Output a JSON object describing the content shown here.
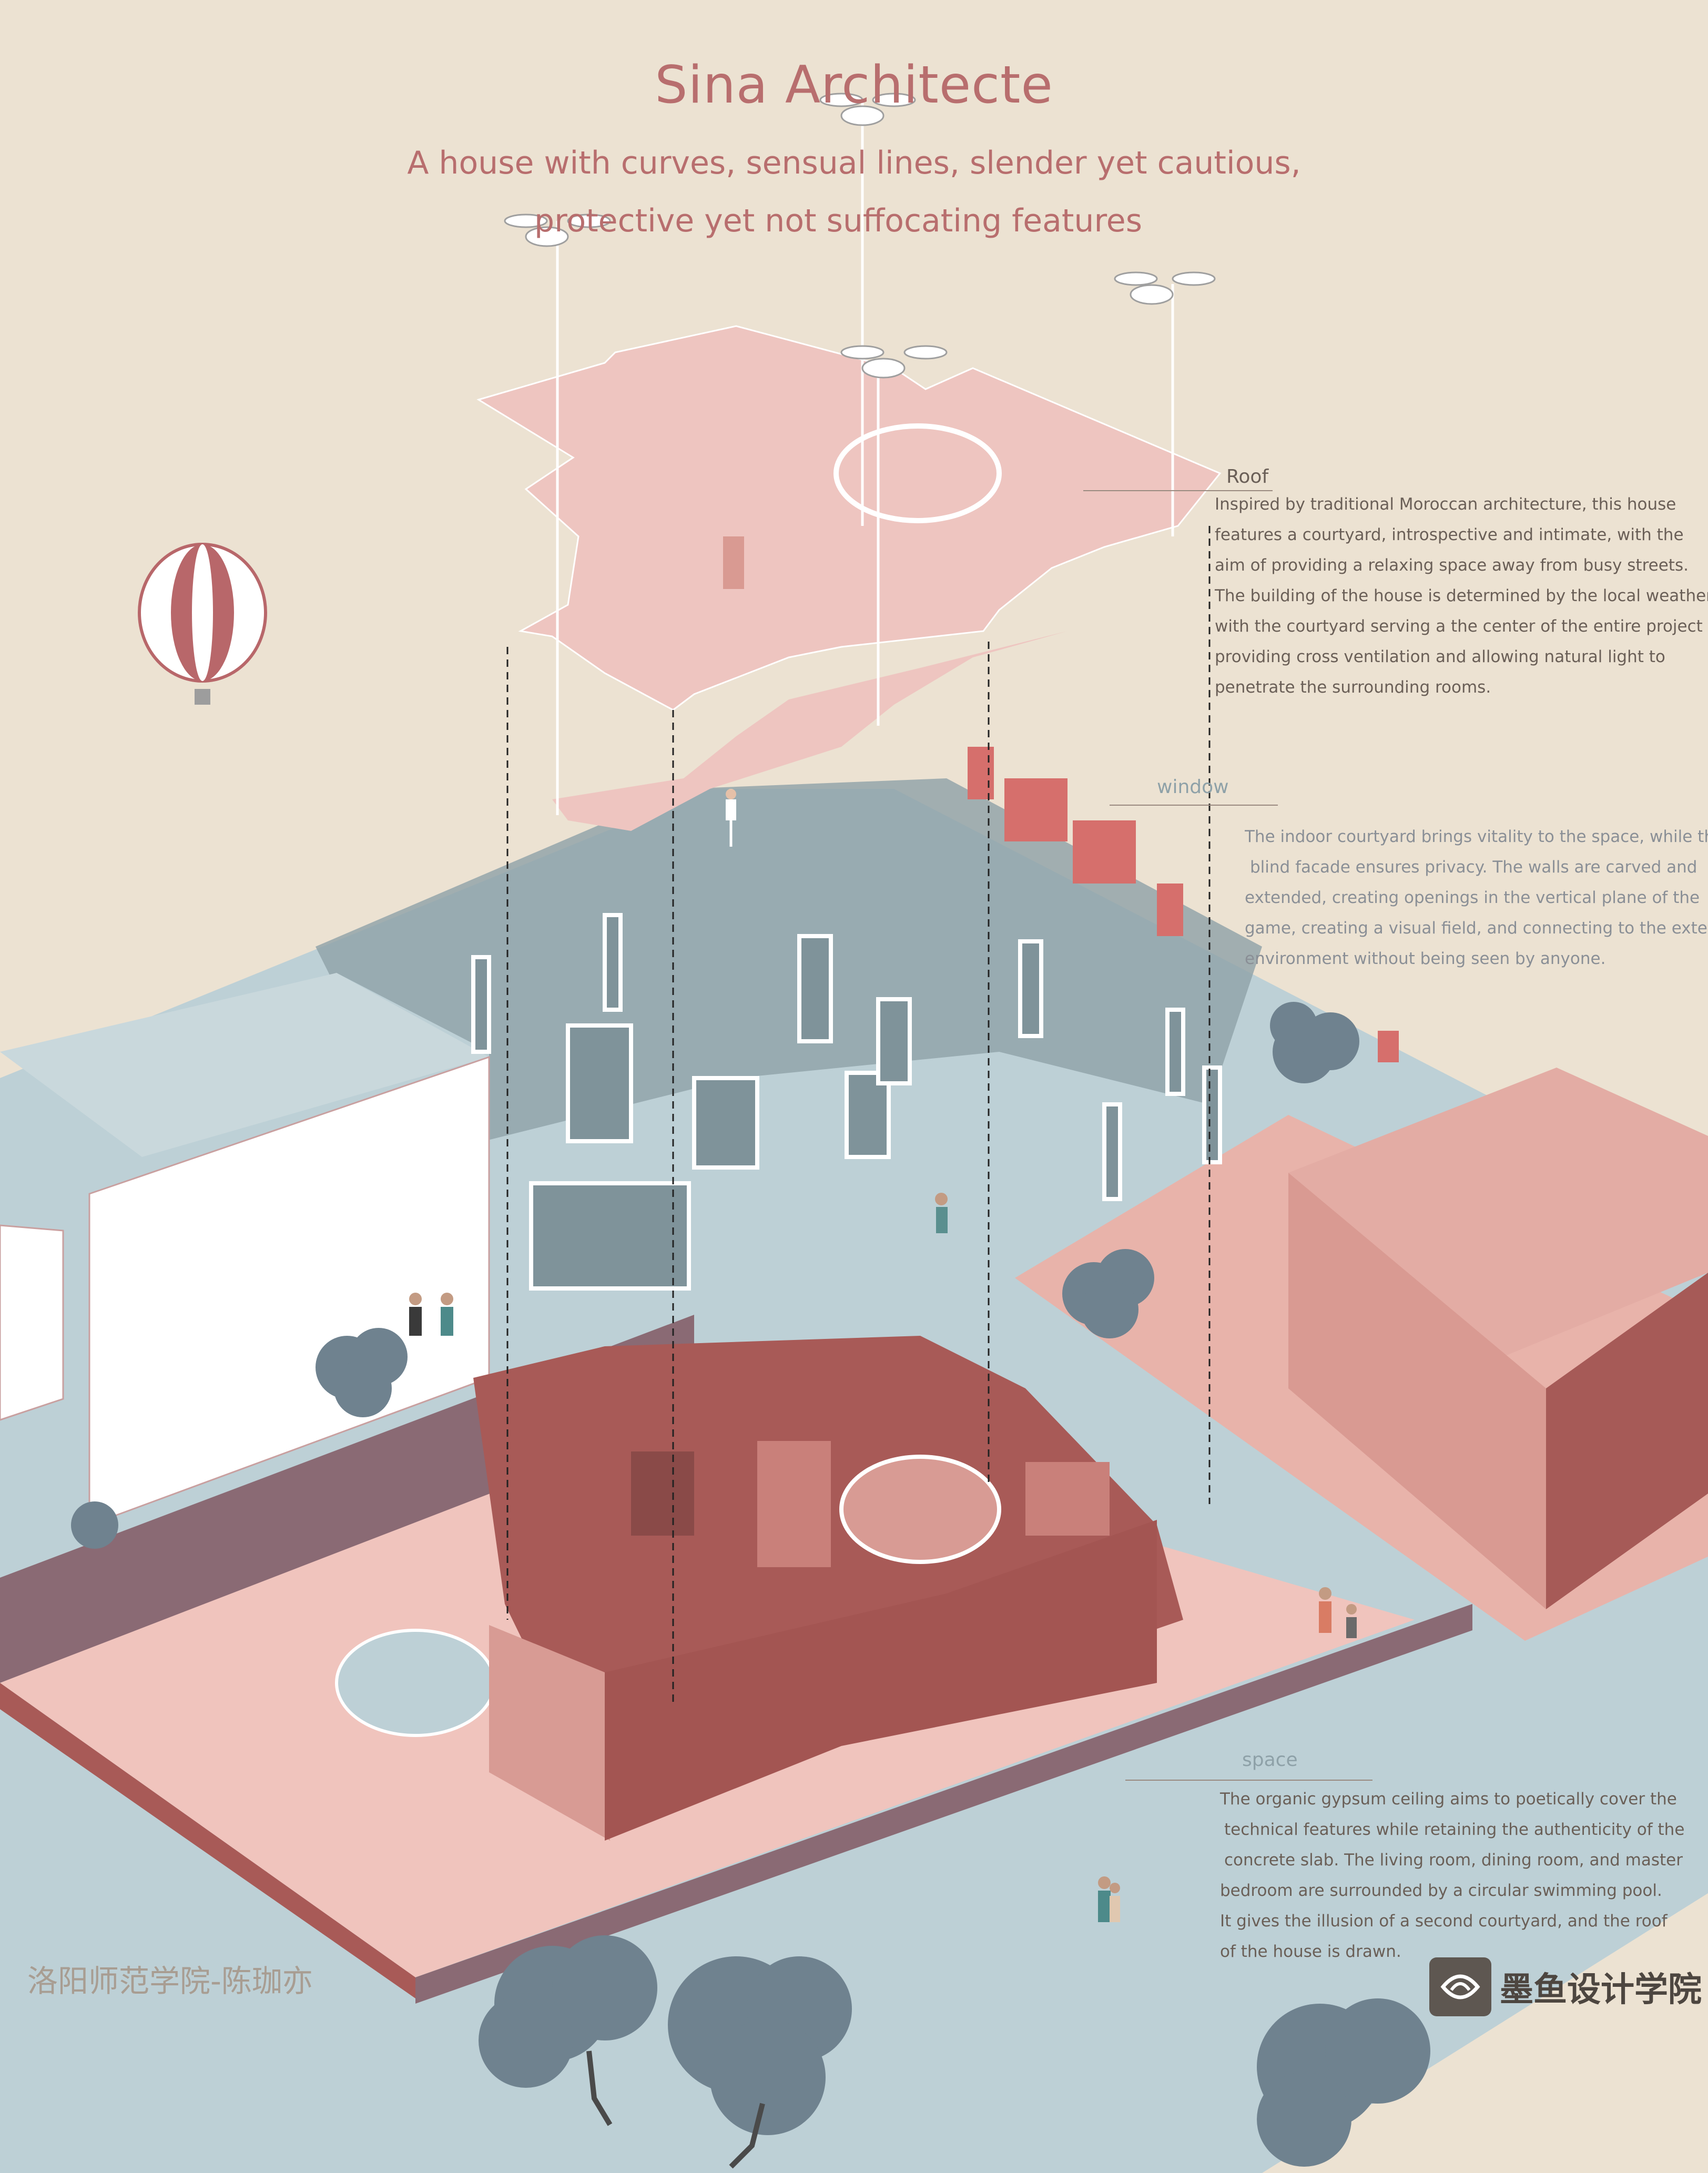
{
  "poster": {
    "title": "Sina Architecte",
    "subtitle_lines": [
      "A house with curves, sensual lines, slender yet cautious,",
      "protective yet not suffocating features"
    ]
  },
  "annotations": [
    {
      "label": "Roof",
      "lines": [
        "Inspired by traditional Moroccan architecture, this house",
        "features a courtyard, introspective and intimate, with the",
        "aim of providing a relaxing space away from busy streets.",
        "The building of the house is determined by the local weather,",
        "with the courtyard serving a  the center of the entire project",
        "providing cross ventilation and allowing natural light to",
        "penetrate the surrounding rooms."
      ]
    },
    {
      "label": "window",
      "lines": [
        "The indoor courtyard brings vitality to the space, while the",
        "blind facade ensures privacy. The walls are carved and",
        "extended, creating openings in the vertical plane of the",
        "game, creating a visual field, and connecting to the external",
        "environment without being seen by anyone."
      ]
    },
    {
      "label": "space",
      "lines": [
        "The organic gypsum ceiling aims to poetically cover the",
        "technical features while retaining the authenticity of the",
        "concrete slab. The living room, dining room, and master",
        "bedroom are surrounded by a circular swimming pool.",
        "It gives the illusion of a second courtyard, and the roof",
        "of the house is drawn."
      ]
    }
  ],
  "credits": {
    "author": "洛阳师范学院-陈珈亦",
    "brand": "墨鱼设计学院"
  },
  "palette": {
    "background": "#ece2d2",
    "accent_text": "#b86e6e",
    "roof": "#eec5c0",
    "wall": "#a85a57",
    "street": "#bdd0d6",
    "shadow": "#8ea1a8",
    "tree": "#6f828f",
    "annotation_text": "#6a5f57"
  }
}
